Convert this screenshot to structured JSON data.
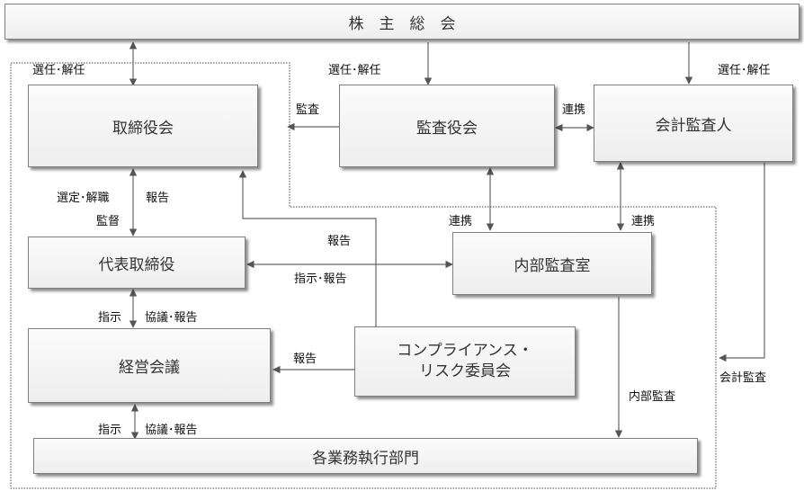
{
  "nodes": {
    "shareholders": "株　主　総　会",
    "board": "取締役会",
    "audit_board": "監査役会",
    "accounting_auditor": "会計監査人",
    "representative": "代表取締役",
    "internal_audit": "内部監査室",
    "management_meeting": "経営会議",
    "compliance": "コンプライアンス・\nリスク委員会",
    "business_units": "各業務執行部門"
  },
  "labels": {
    "appoint_board": "選任･解任",
    "appoint_audit": "選任･解任",
    "appoint_acct": "選任･解任",
    "audit_arrow": "監査",
    "coop_audit_acct": "連携",
    "select_dismiss": "選定･解職",
    "report_to_board": "報告",
    "supervise": "監督",
    "coop_internal_left": "連携",
    "coop_internal_right": "連携",
    "report_compliance_board": "報告",
    "instruct_report": "指示･報告",
    "instruct_1": "指示",
    "consult_report_1": "協議･報告",
    "report_compliance_mgmt": "報告",
    "internal_audit_arrow": "内部監査",
    "accounting_audit": "会計監査",
    "instruct_2": "指示",
    "consult_report_2": "協議･報告"
  }
}
